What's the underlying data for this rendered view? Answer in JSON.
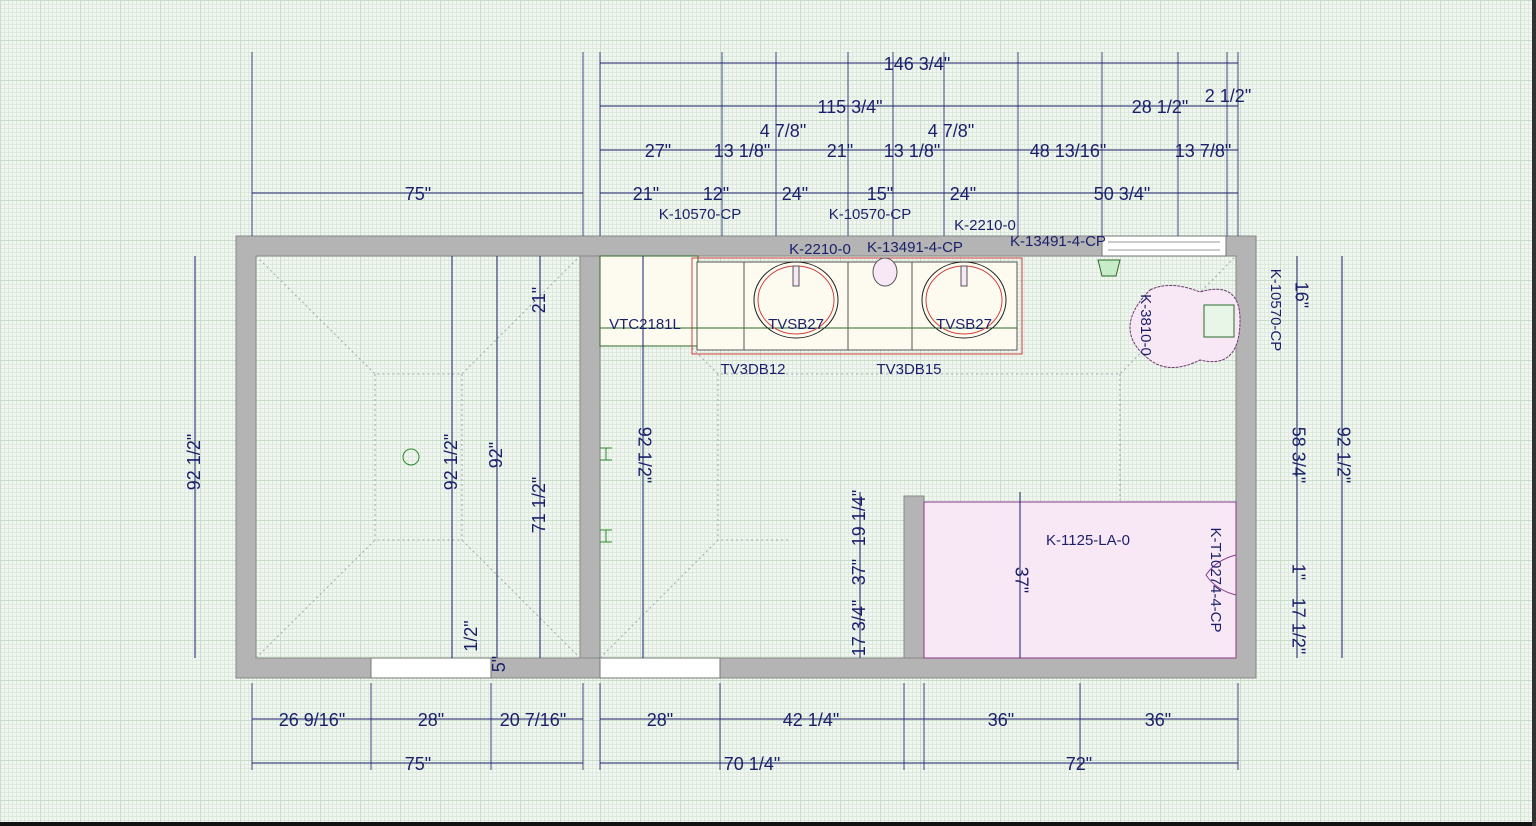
{
  "dims": {
    "top": [
      "146 3/4\"",
      "115 3/4\"",
      "28 1/2\"",
      "2 1/2\"",
      "27\"",
      "13 1/8\"",
      "4 7/8\"",
      "21\"",
      "13 1/8\"",
      "4 7/8\"",
      "48 13/16\"",
      "13 7/8\"",
      "75\"",
      "21\"",
      "12\"",
      "24\"",
      "15\"",
      "24\"",
      "50 3/4\""
    ],
    "bottom": [
      "26 9/16\"",
      "28\"",
      "20 7/16\"",
      "28\"",
      "42 1/4\"",
      "36\"",
      "36\"",
      "75\"",
      "70 1/4\"",
      "72\""
    ],
    "vertical": [
      "92 1/2\"",
      "92 1/2\"",
      "92\"",
      "21\"",
      "71 1/2\"",
      "5\"",
      "1/2\"",
      "92 1/2\"",
      "19 1/4\"",
      "37\"",
      "17 3/4\"",
      "37\"",
      "16\"",
      "58 3/4\"",
      "92 1/2\"",
      "1\"",
      "17 1/2\""
    ]
  },
  "labels": {
    "horizontal": [
      "K-10570-CP",
      "K-10570-CP",
      "K-2210-0",
      "K-13491-4-CP",
      "K-2210-0",
      "K-13491-4-CP",
      "VTC2181L",
      "TVSB27",
      "TVSB27",
      "TV3DB12",
      "TV3DB15",
      "K-1125-LA-0"
    ],
    "vertical": [
      "K-3810-0",
      "K-10570-CP",
      "K-T10274-4-CP"
    ]
  },
  "colors": {
    "wall": "#b4b4b4",
    "dimension": "#1a1f6b",
    "fixture": "#f8e8f6",
    "cabinet": "#fdfbef",
    "cabinet_outline": "#d04040"
  }
}
